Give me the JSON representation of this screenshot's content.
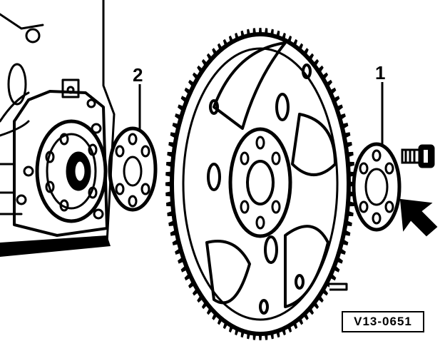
{
  "diagram": {
    "callouts": [
      {
        "id": "2",
        "label": "2"
      },
      {
        "id": "1",
        "label": "1"
      }
    ],
    "reference_code": "V13-0651",
    "colors": {
      "ink": "#000000",
      "paper": "#ffffff"
    }
  }
}
